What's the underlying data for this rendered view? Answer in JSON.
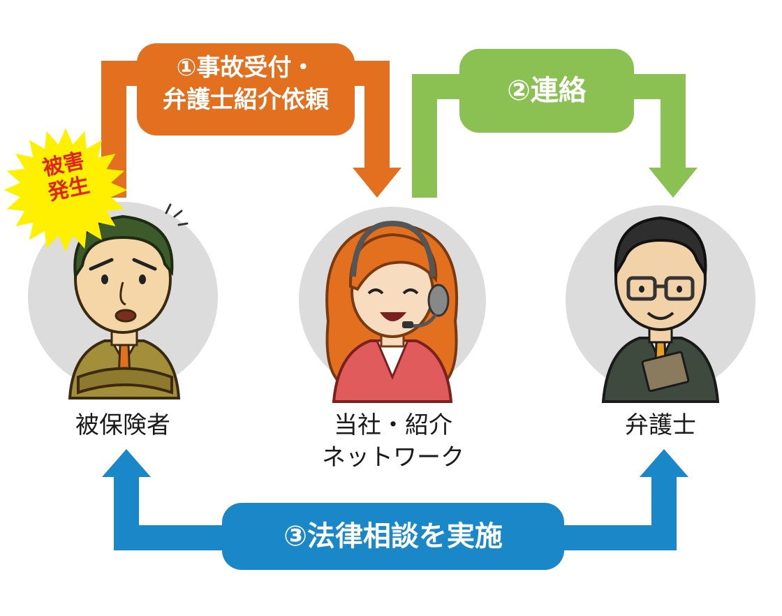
{
  "steps": {
    "step1": {
      "line1": "①事故受付・",
      "line2": "弁護士紹介依頼",
      "color": "#e2701e"
    },
    "step2": {
      "label": "②連絡",
      "color": "#8bc152"
    },
    "step3": {
      "label": "③法律相談を実施",
      "color": "#1a87c9"
    }
  },
  "nodes": {
    "insured": {
      "label": "被保険者"
    },
    "company": {
      "line1": "当社・紹介",
      "line2": "ネットワーク"
    },
    "lawyer": {
      "label": "弁護士"
    }
  },
  "badge": {
    "line1": "被害",
    "line2": "発生",
    "color": "#fff000",
    "text_color": "#e2231a"
  }
}
